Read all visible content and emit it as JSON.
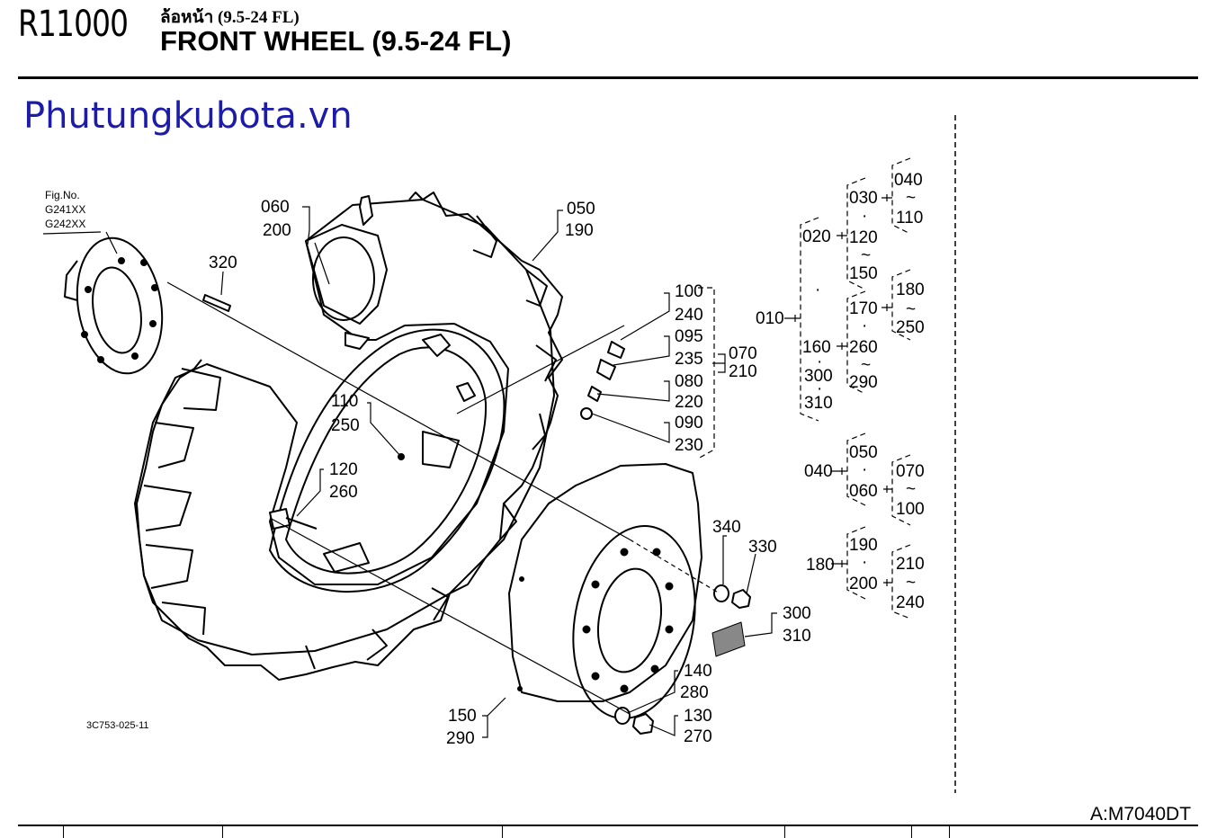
{
  "header": {
    "code": "R11000",
    "title_thai": "ล้อหน้า (9.5-24 FL)",
    "title_en": "FRONT WHEEL (9.5-24 FL)"
  },
  "watermark": "Phutungkubota.vn",
  "figure": {
    "fig_no_label": "Fig.No.",
    "fig_refs": [
      "G241XX",
      "G242XX"
    ],
    "drawing_code": "3C753-025-11"
  },
  "callouts": {
    "c060": "060",
    "c200": "200",
    "c050": "050",
    "c190": "190",
    "c320": "320",
    "c100": "100",
    "c240": "240",
    "c095": "095",
    "c235": "235",
    "c080": "080",
    "c220": "220",
    "c090": "090",
    "c230": "230",
    "c070": "070",
    "c210": "210",
    "c110": "110",
    "c250": "250",
    "c120": "120",
    "c260": "260",
    "c340": "340",
    "c330": "330",
    "c300": "300",
    "c310": "310",
    "c140": "140",
    "c280": "280",
    "c130": "130",
    "c270": "270",
    "c150": "150",
    "c290": "290"
  },
  "tree": {
    "t010": "010",
    "t020": "020",
    "t160": "160",
    "t300": "300",
    "t310": "310",
    "t030": "030",
    "t120": "120",
    "t150": "150",
    "t170": "170",
    "t260": "260",
    "t290": "290",
    "t040a": "040",
    "t110": "110",
    "t180a": "180",
    "t250": "250",
    "t040": "040",
    "t050": "050",
    "t060": "060",
    "t070": "070",
    "t100": "100",
    "t180": "180",
    "t190": "190",
    "t200": "200",
    "t210": "210",
    "t240": "240"
  },
  "footer": {
    "model": "A:M7040DT"
  }
}
